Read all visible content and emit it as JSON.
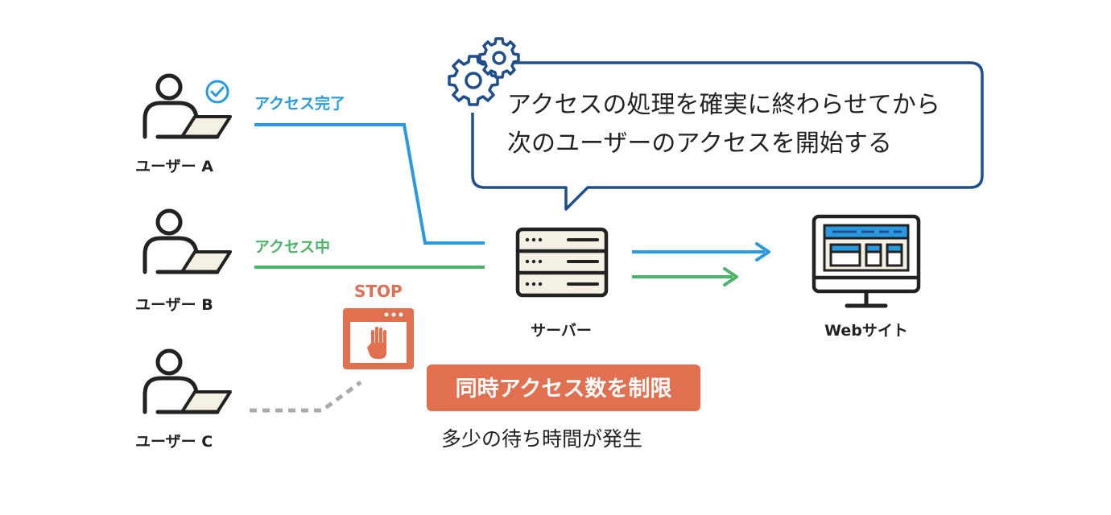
{
  "users": [
    {
      "label": "ユーザー A"
    },
    {
      "label": "ユーザー B"
    },
    {
      "label": "ユーザー C"
    }
  ],
  "lines": {
    "complete_label": "アクセス完了",
    "active_label": "アクセス中"
  },
  "bubble": {
    "line1": "アクセスの処理を確実に終わらせてから",
    "line2": "次のユーザーのアクセスを開始する"
  },
  "server": {
    "label": "サーバー"
  },
  "website": {
    "label": "Webサイト"
  },
  "stop": {
    "label": "STOP",
    "limit_text": "同時アクセス数を制限",
    "wait_text": "多少の待ち時間が発生"
  },
  "colors": {
    "blue": "#2a9ae0",
    "green": "#4db36a",
    "navy": "#1f4e8c",
    "orange": "#e07050",
    "gray": "#aaaaaa",
    "ink": "#222222"
  },
  "icons": [
    "person-laptop-icon",
    "check-circle-icon",
    "gears-icon",
    "server-icon",
    "monitor-website-icon",
    "stop-hand-icon"
  ]
}
